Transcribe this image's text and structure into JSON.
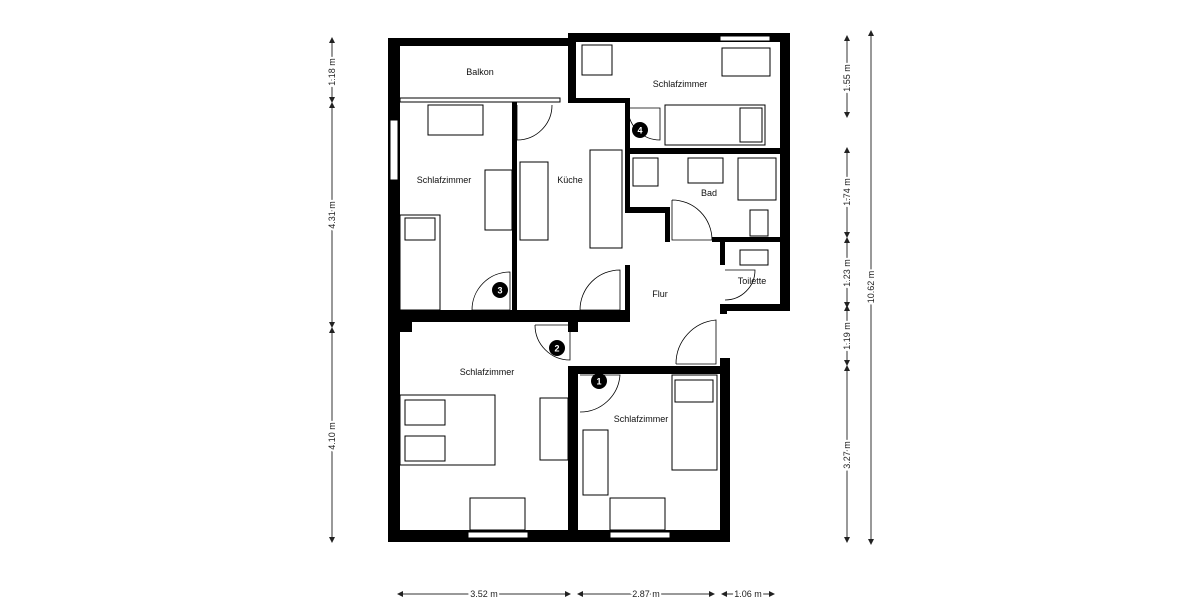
{
  "rooms": {
    "balkon": "Balkon",
    "schlafzimmer_top_right": "Schlafzimmer",
    "schlafzimmer_top_left": "Schlafzimmer",
    "kueche": "Küche",
    "bad": "Bad",
    "toilette": "Toilette",
    "flur": "Flur",
    "schlafzimmer_bottom_left": "Schlafzimmer",
    "schlafzimmer_bottom_right": "Schlafzimmer"
  },
  "door_markers": [
    "1",
    "2",
    "3",
    "4"
  ],
  "dimensions": {
    "left": [
      "1.18 m",
      "4.31 m",
      "4.10 m"
    ],
    "right": [
      "1.55 m",
      "1.74 m",
      "1.23 m",
      "1.19 m",
      "3.27 m"
    ],
    "total_height": "10.62 m",
    "bottom": [
      "3.52 m",
      "2.87 m",
      "1.06 m"
    ]
  }
}
